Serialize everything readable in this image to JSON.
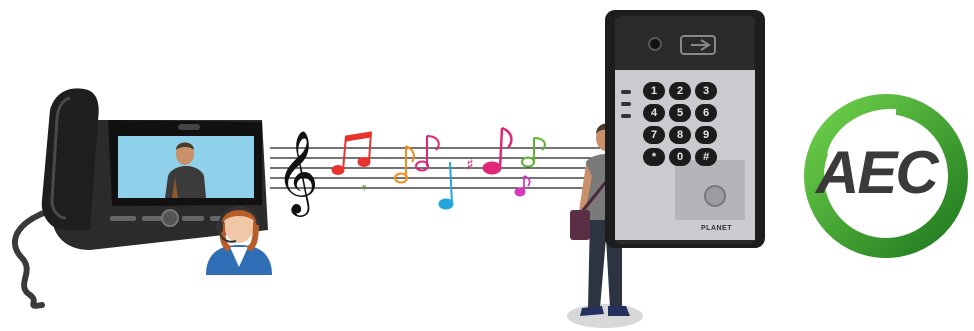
{
  "logo": {
    "text": "AEC"
  },
  "keypad": {
    "keys": [
      "1",
      "2",
      "3",
      "4",
      "5",
      "6",
      "7",
      "8",
      "9",
      "*",
      "0",
      "#"
    ],
    "brand": "PLANET"
  },
  "colors": {
    "phone_body": "#2b2b2b",
    "screen_bg": "#8fd0ea",
    "keypad_panel": "#c9cbce",
    "aec_green": "#2e9b2e",
    "aec_text": "#3a3a3a",
    "note_red": "#e8322e",
    "note_orange": "#f28c1c",
    "note_magenta": "#e0287a",
    "note_blue": "#22a6de",
    "note_green": "#5cb531",
    "note_pink": "#d63bbf"
  },
  "icons": [
    "desk-video-phone-icon",
    "operator-headset-icon",
    "person-icon",
    "music-staff-icon",
    "door-intercom-icon",
    "aec-logo-icon"
  ]
}
